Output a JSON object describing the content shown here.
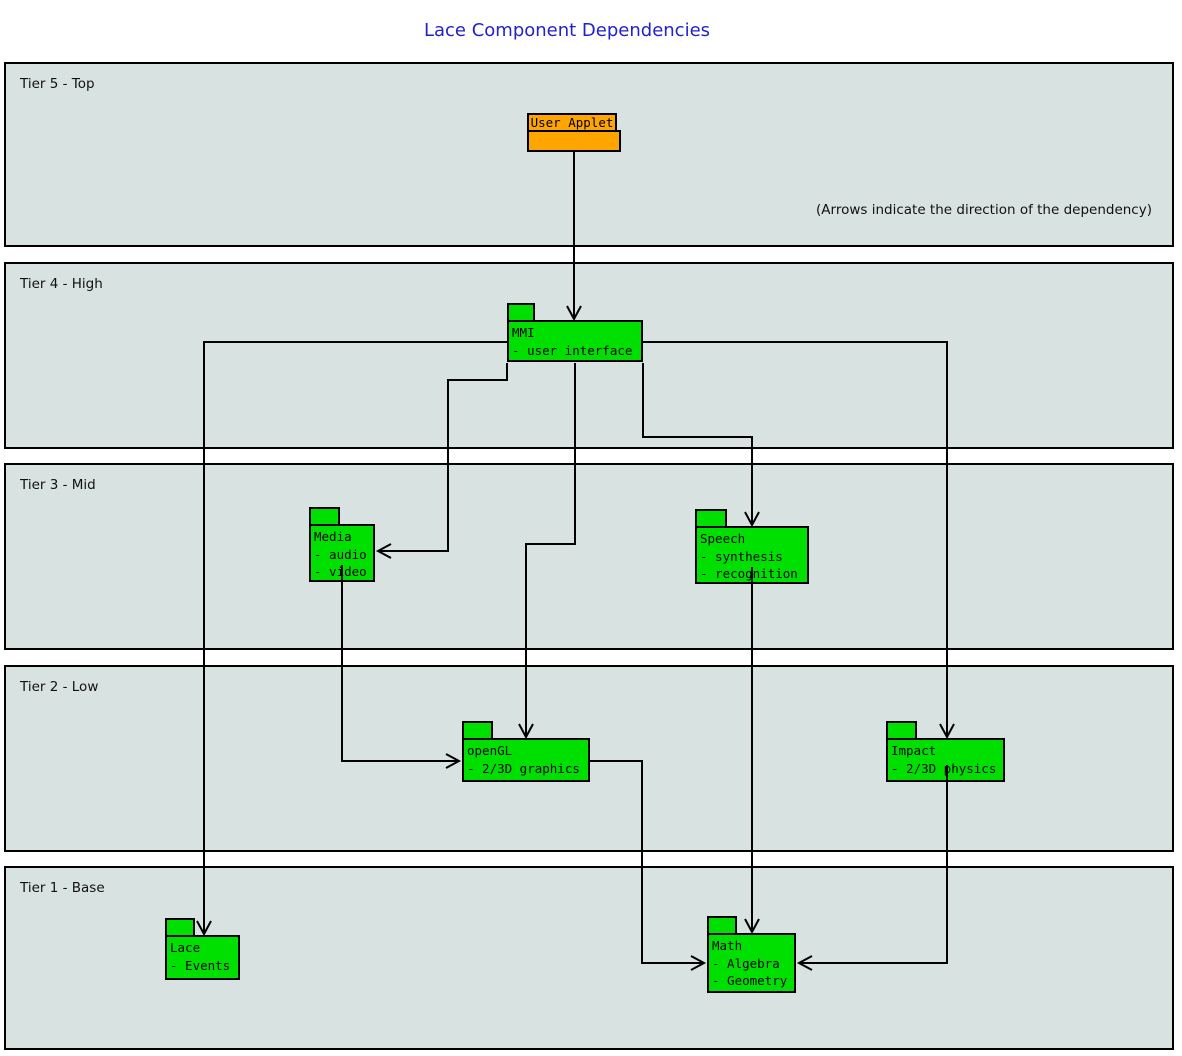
{
  "title": "Lace Component Dependencies",
  "annotation": "(Arrows indicate the direction of the dependency)",
  "colors": {
    "component_green": "#00e000",
    "applet_orange": "#ffa500",
    "tier_fill": "#d8e2e1",
    "title_blue": "#2222cc",
    "line_black": "#000000"
  },
  "tiers": [
    {
      "label": "Tier 5 - Top"
    },
    {
      "label": "Tier 4 - High"
    },
    {
      "label": "Tier 3 - Mid"
    },
    {
      "label": "Tier 2 - Low"
    },
    {
      "label": "Tier 1 - Base"
    }
  ],
  "components": [
    {
      "id": "user-applet",
      "name": "User Applet",
      "lines": [],
      "tier": "Tier 5 - Top"
    },
    {
      "id": "mmi",
      "name": "MMI",
      "lines": [
        "- user interface"
      ],
      "tier": "Tier 4 - High"
    },
    {
      "id": "media",
      "name": "Media",
      "lines": [
        "- audio",
        "- video"
      ],
      "tier": "Tier 3 - Mid"
    },
    {
      "id": "speech",
      "name": "Speech",
      "lines": [
        "- synthesis",
        "- recognition"
      ],
      "tier": "Tier 3 - Mid"
    },
    {
      "id": "opengl",
      "name": "openGL",
      "lines": [
        "- 2/3D graphics"
      ],
      "tier": "Tier 2 - Low"
    },
    {
      "id": "impact",
      "name": "Impact",
      "lines": [
        "- 2/3D physics"
      ],
      "tier": "Tier 2 - Low"
    },
    {
      "id": "lace",
      "name": "Lace",
      "lines": [
        "- Events"
      ],
      "tier": "Tier 1 - Base"
    },
    {
      "id": "math",
      "name": "Math",
      "lines": [
        "- Algebra",
        "- Geometry"
      ],
      "tier": "Tier 1 - Base"
    }
  ],
  "dependencies": [
    {
      "from": "User Applet",
      "to": "MMI"
    },
    {
      "from": "MMI",
      "to": "Lace"
    },
    {
      "from": "MMI",
      "to": "Media"
    },
    {
      "from": "MMI",
      "to": "Speech"
    },
    {
      "from": "MMI",
      "to": "openGL"
    },
    {
      "from": "MMI",
      "to": "Impact"
    },
    {
      "from": "Media",
      "to": "openGL"
    },
    {
      "from": "Speech",
      "to": "Math"
    },
    {
      "from": "openGL",
      "to": "Math"
    },
    {
      "from": "Impact",
      "to": "Math"
    }
  ]
}
